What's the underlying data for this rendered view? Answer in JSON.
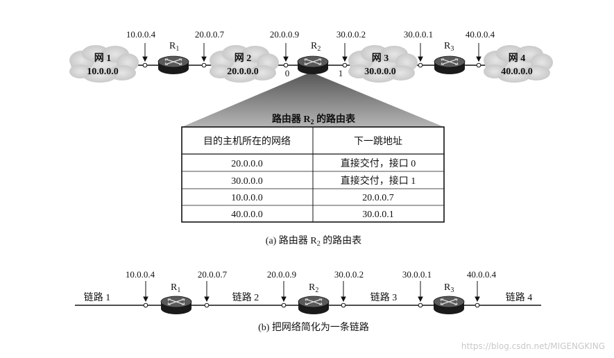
{
  "top": {
    "networks": [
      {
        "name": "网 1",
        "addr": "10.0.0.0"
      },
      {
        "name": "网 2",
        "addr": "20.0.0.0"
      },
      {
        "name": "网 3",
        "addr": "30.0.0.0"
      },
      {
        "name": "网 4",
        "addr": "40.0.0.0"
      }
    ],
    "routers": [
      {
        "letter": "R",
        "sub": "1"
      },
      {
        "letter": "R",
        "sub": "2"
      },
      {
        "letter": "R",
        "sub": "3"
      }
    ],
    "interfaces": [
      "10.0.0.4",
      "20.0.0.7",
      "20.0.0.9",
      "30.0.0.2",
      "30.0.0.1",
      "40.0.0.4"
    ],
    "ports": [
      "0",
      "1"
    ],
    "table_title": {
      "pre": "路由器 R",
      "sub": "2",
      "post": " 的路由表"
    },
    "table": {
      "headers": [
        "目的主机所在的网络",
        "下一跳地址"
      ],
      "rows": [
        [
          "20.0.0.0",
          "直接交付，接口 0"
        ],
        [
          "30.0.0.0",
          "直接交付，接口 1"
        ],
        [
          "10.0.0.0",
          "20.0.0.7"
        ],
        [
          "40.0.0.0",
          "30.0.0.1"
        ]
      ]
    },
    "caption": {
      "pre": "(a) 路由器 R",
      "sub": "2",
      "post": " 的路由表"
    }
  },
  "bottom": {
    "links": [
      "链路 1",
      "链路 2",
      "链路 3",
      "链路 4"
    ],
    "routers": [
      {
        "letter": "R",
        "sub": "1"
      },
      {
        "letter": "R",
        "sub": "2"
      },
      {
        "letter": "R",
        "sub": "3"
      }
    ],
    "interfaces": [
      "10.0.0.4",
      "20.0.0.7",
      "20.0.0.9",
      "30.0.0.2",
      "30.0.0.1",
      "40.0.0.4"
    ],
    "caption": "(b) 把网络简化为一条链路"
  },
  "watermark": "https://blog.csdn.net/MIGENGKING"
}
